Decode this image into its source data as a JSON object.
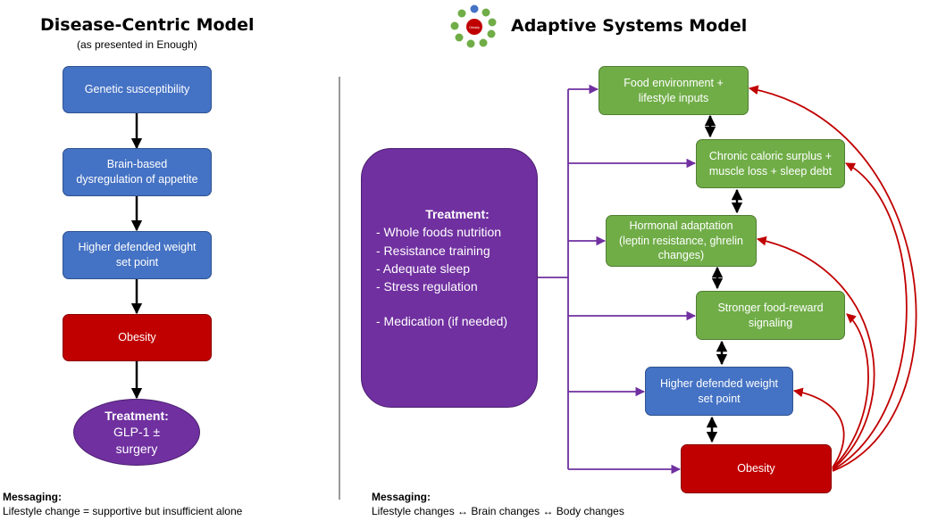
{
  "left": {
    "title": "Disease-Centric Model",
    "subtitle": "(as presented in Enough)",
    "boxes": [
      {
        "lines": [
          "Genetic susceptibility"
        ],
        "color": "#4472c4"
      },
      {
        "lines": [
          "Brain-based",
          "dysregulation of appetite"
        ],
        "color": "#4472c4"
      },
      {
        "lines": [
          "Higher defended weight",
          "set point"
        ],
        "color": "#4472c4"
      },
      {
        "lines": [
          "Obesity"
        ],
        "color": "#c00000"
      }
    ],
    "treatment": {
      "heading": "Treatment:",
      "lines": [
        "GLP-1 ±",
        "surgery"
      ],
      "color": "#7030a0"
    },
    "messaging": {
      "heading": "Messaging:",
      "text": "Lifestyle change = supportive but insufficient alone"
    }
  },
  "right": {
    "title": "Adaptive Systems Model",
    "logo_text": "Obesity",
    "boxes": [
      {
        "lines": [
          "Food environment +",
          "lifestyle inputs"
        ],
        "color": "#70ad47"
      },
      {
        "lines": [
          "Chronic caloric surplus +",
          "muscle loss + sleep debt"
        ],
        "color": "#70ad47"
      },
      {
        "lines": [
          "Hormonal adaptation",
          "(leptin resistance, ghrelin",
          "changes)"
        ],
        "color": "#70ad47"
      },
      {
        "lines": [
          "Stronger food-reward",
          "signaling"
        ],
        "color": "#70ad47"
      },
      {
        "lines": [
          "Higher defended weight",
          "set point"
        ],
        "color": "#4472c4"
      },
      {
        "lines": [
          "Obesity"
        ],
        "color": "#c00000"
      }
    ],
    "treatment": {
      "heading": "Treatment:",
      "items": [
        "- Whole foods nutrition",
        "- Resistance training",
        "- Adequate sleep",
        "- Stress regulation",
        "- Medication (if needed)"
      ],
      "color": "#7030a0"
    },
    "messaging": {
      "heading": "Messaging:",
      "text": "Lifestyle changes ↔ Brain changes ↔ Body changes"
    }
  },
  "colors": {
    "arrow_black": "#000000",
    "arrow_purple": "#7030a0",
    "arrow_red": "#c00000",
    "divider": "#333333"
  }
}
